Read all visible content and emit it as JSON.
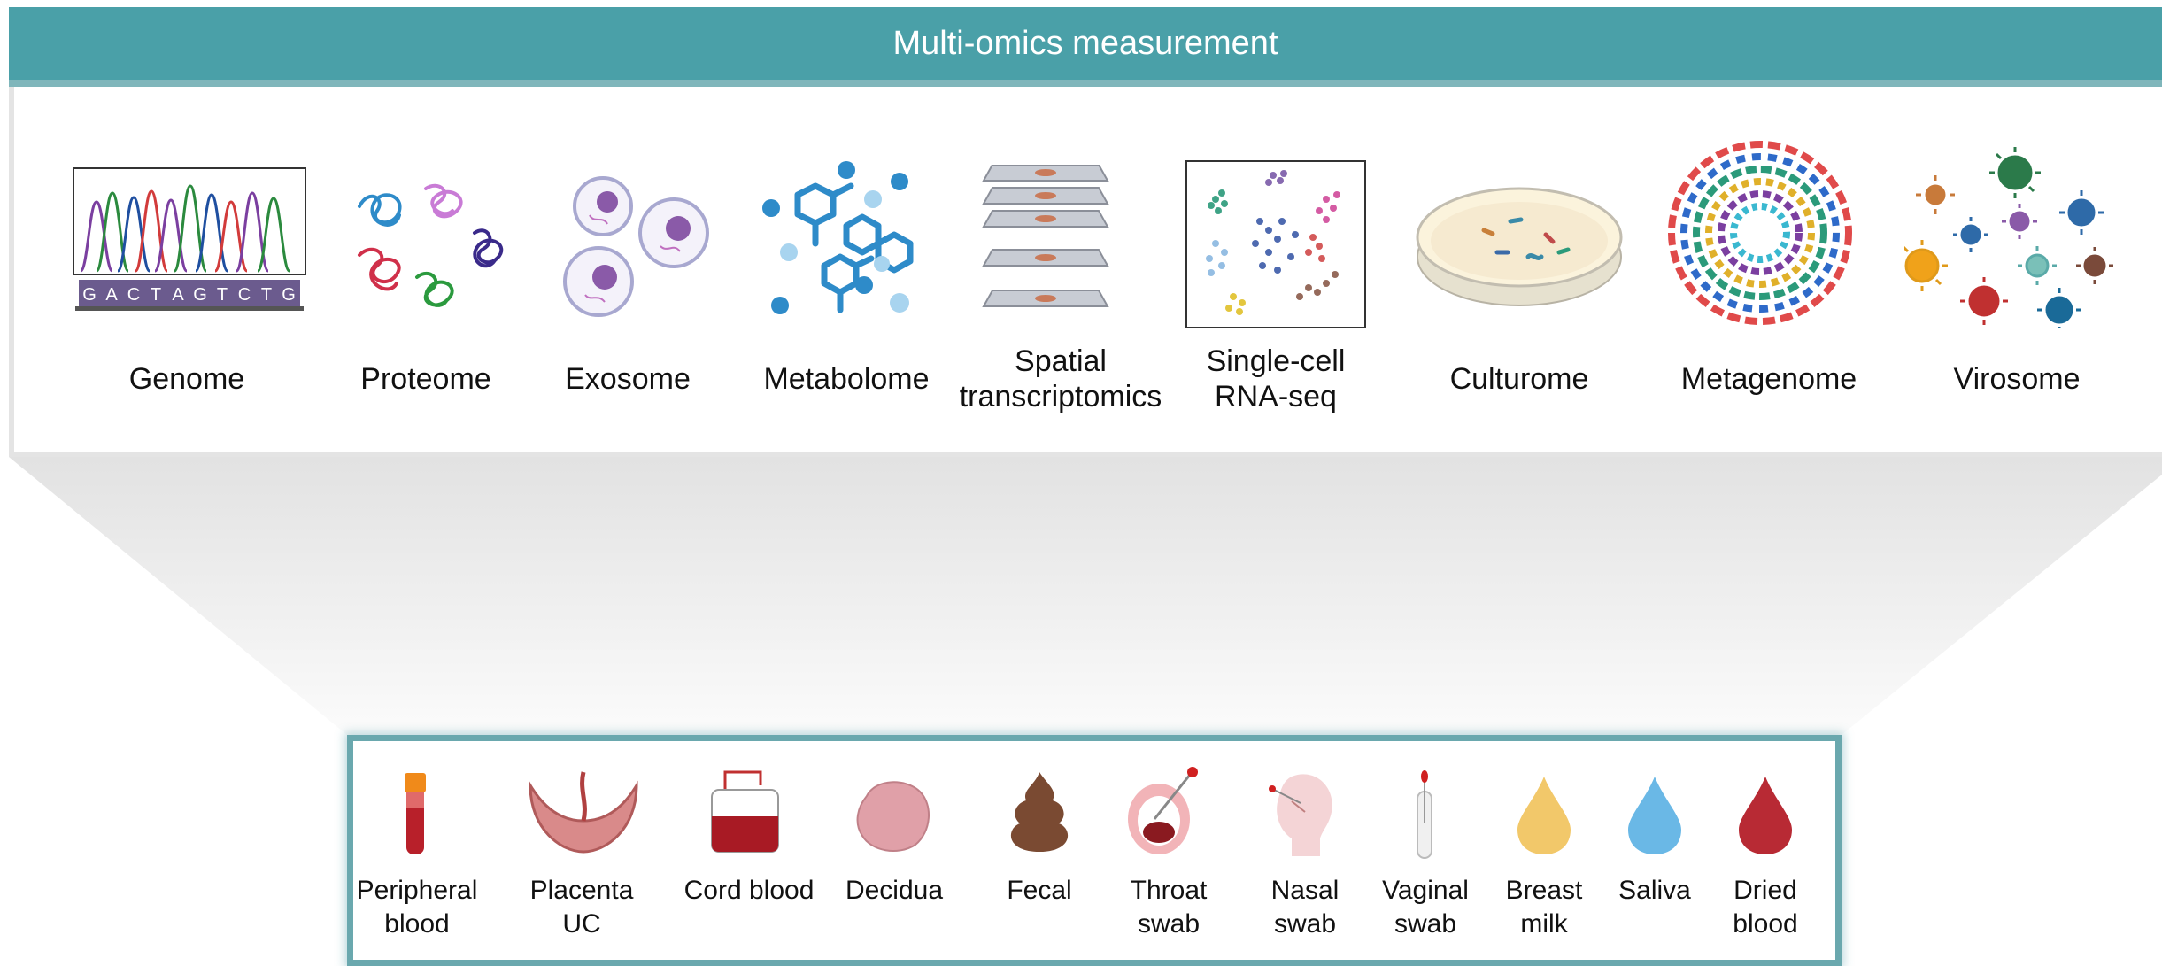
{
  "header": {
    "title": "Multi-omics measurement"
  },
  "omics": [
    {
      "label": "Genome",
      "icon": "chromatogram-icon"
    },
    {
      "label": "Proteome",
      "icon": "protein-icon"
    },
    {
      "label": "Exosome",
      "icon": "exosome-icon"
    },
    {
      "label": "Metabolome",
      "icon": "molecule-icon"
    },
    {
      "label": "Spatial",
      "label2": "transcriptomics",
      "icon": "slide-stack-icon"
    },
    {
      "label": "Single-cell",
      "label2": "RNA-seq",
      "icon": "tsne-icon"
    },
    {
      "label": "Culturome",
      "icon": "petri-dish-icon"
    },
    {
      "label": "Metagenome",
      "icon": "circular-genome-icon"
    },
    {
      "label": "Virosome",
      "icon": "virus-icon"
    }
  ],
  "genome_bases": [
    "G",
    "A",
    "C",
    "T",
    "A",
    "G",
    "T",
    "C",
    "T",
    "G"
  ],
  "samples": [
    {
      "label": "Peripheral",
      "label2": "blood",
      "icon": "blood-tube-icon"
    },
    {
      "label": "Placenta",
      "label2": "UC",
      "icon": "placenta-icon"
    },
    {
      "label": "Cord blood",
      "icon": "blood-bag-icon"
    },
    {
      "label": "Decidua",
      "icon": "tissue-icon"
    },
    {
      "label": "Fecal",
      "icon": "stool-icon"
    },
    {
      "label": "Throat",
      "label2": "swab",
      "icon": "throat-icon"
    },
    {
      "label": "Nasal",
      "label2": "swab",
      "icon": "nasal-icon"
    },
    {
      "label": "Vaginal",
      "label2": "swab",
      "icon": "swab-icon"
    },
    {
      "label": "Breast",
      "label2": "milk",
      "icon": "milk-drop-icon"
    },
    {
      "label": "Saliva",
      "icon": "saliva-drop-icon"
    },
    {
      "label": "Dried",
      "label2": "blood",
      "icon": "blood-drop-icon"
    }
  ],
  "colors": {
    "header": "#4aa0a8",
    "panel_border": "#6aa8ae",
    "molecule": "#2e8bc9"
  }
}
